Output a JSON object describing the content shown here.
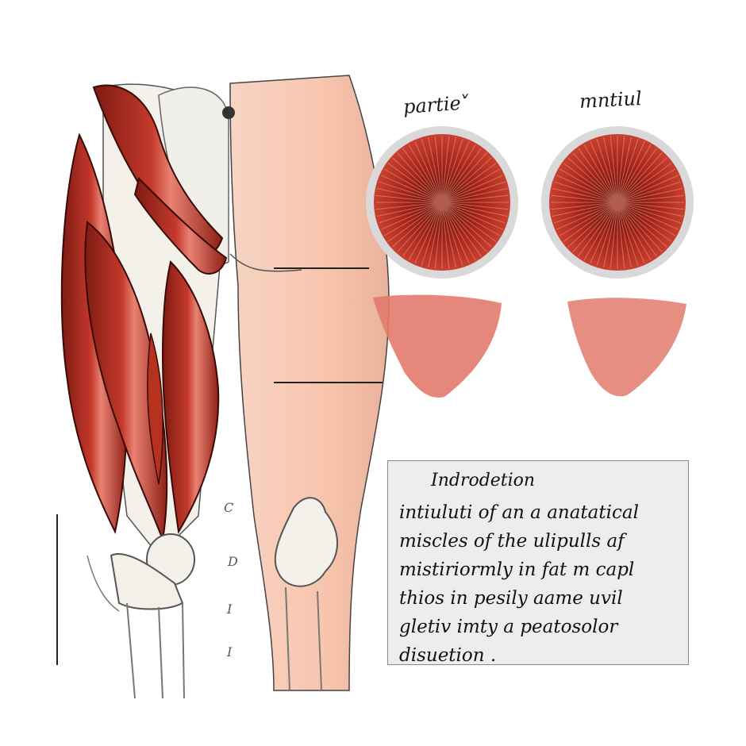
{
  "labels": {
    "left_circle": "partie˅",
    "right_circle": "mntiul"
  },
  "ticks": [
    "C",
    "D",
    "I",
    "I"
  ],
  "note": {
    "title": "Indrodetion",
    "lines": [
      "intiuluti of an a anatatical",
      "miscles of the ulipulls af",
      "mistiriormly in fat m capl",
      "thios in pesily aame uvil",
      "gletiv imty a peatosolor",
      "disuetion ."
    ]
  },
  "colors": {
    "muscle_red": "#a8261c",
    "muscle_highlight": "#e56a5a",
    "skin": "#f6c6b2",
    "swatch": "#e27a6c",
    "bone": "#f4f1ea",
    "note_bg": "#eceeee",
    "ring": "#d9d9d9"
  }
}
